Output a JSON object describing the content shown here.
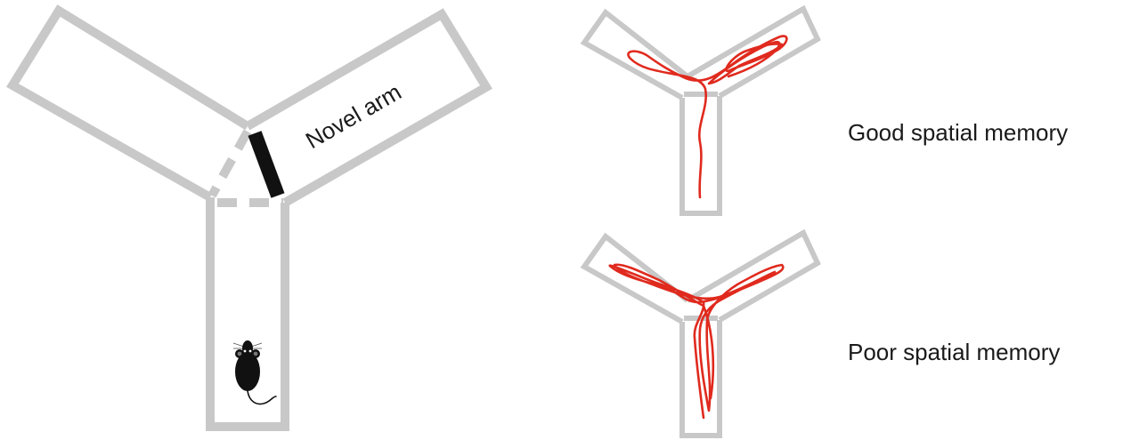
{
  "labels": {
    "novel_arm": "Novel arm",
    "good_memory": "Good spatial memory",
    "poor_memory": "Poor spatial memory"
  },
  "colors": {
    "wall": "#c8c8c8",
    "door": "#111111",
    "track": "#e02a1e",
    "mouse": "#111111"
  },
  "icons": {
    "mouse": "mouse-icon"
  }
}
